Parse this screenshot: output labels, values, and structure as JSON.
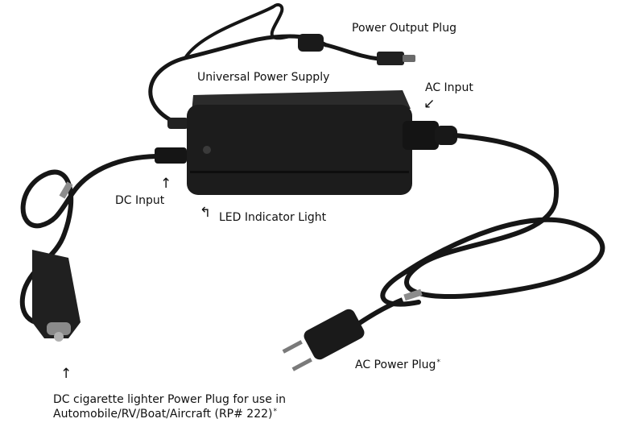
{
  "labels": {
    "power_output_plug": "Power Output Plug",
    "universal_power_supply": "Universal Power Supply",
    "ac_input": "AC Input",
    "dc_input": "DC Input",
    "led_indicator_light": "LED Indicator Light",
    "ac_power_plug": "AC Power Plug",
    "ac_power_plug_mark": "*",
    "dc_plug_line1": "DC cigarette lighter Power Plug for use in",
    "dc_plug_line2": "Automobile/RV/Boat/Aircraft (RP# 222)",
    "dc_plug_mark": "*"
  },
  "arrows": {
    "ac_input_arrow": "↙",
    "dc_input_arrow": "↑",
    "led_arrow": "↰",
    "dc_plug_arrow": "↑"
  },
  "colors": {
    "device_body": "#1c1c1c",
    "cable": "#161616",
    "label_text": "#111111"
  }
}
